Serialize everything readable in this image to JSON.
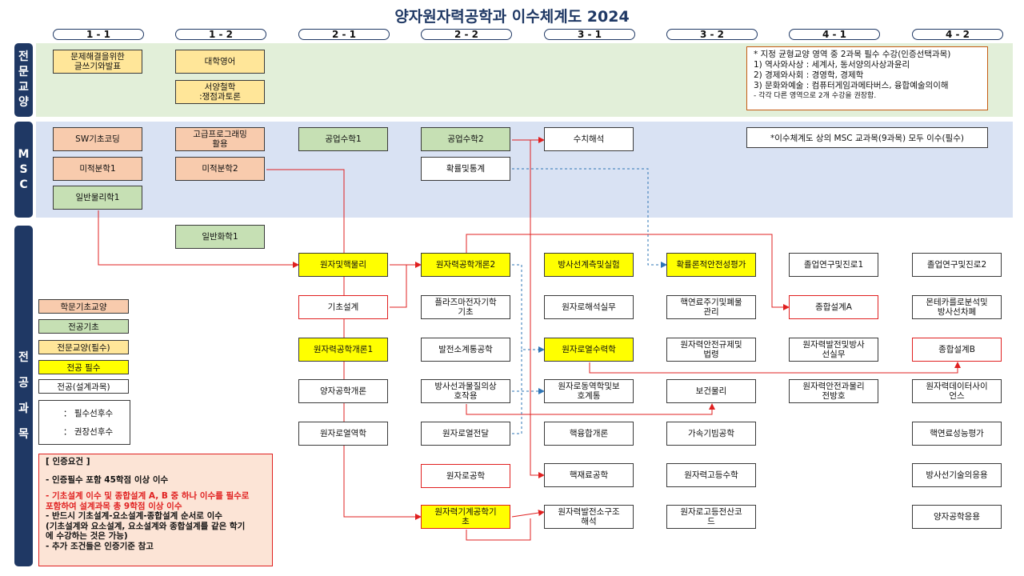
{
  "title": "양자원자력공학과 이수체계도 2024",
  "semesters": [
    "1 - 1",
    "1 - 2",
    "2 - 1",
    "2 - 2",
    "3 - 1",
    "3 - 2",
    "4 - 1",
    "4 - 2"
  ],
  "side_labels": {
    "general": [
      "전",
      "문",
      "교",
      "양"
    ],
    "msc": [
      "M",
      "S",
      "C"
    ],
    "major": [
      "전",
      "공",
      "과",
      "목"
    ]
  },
  "general_courses": {
    "writing": "문제해결을위한\n글쓰기와발표",
    "english": "대학영어",
    "philosophy": "서양철학\n:쟁점과토론"
  },
  "general_note": {
    "line1": "* 지정 균형교양 영역 중 2과목 필수 수강(인증선택과목)",
    "line2": "1)  역사와사상 : 세계사, 동서양의사상과윤리",
    "line3": "2)  경제와사회 : 경영학, 경제학",
    "line4": "3)  문화와예술 : 컴퓨터게임과메타버스, 융합예술의이해",
    "line5": "- 각각 다른 영역으로 2개 수강을 권장함."
  },
  "msc_courses": {
    "sw": "SW기초코딩",
    "adv_prog": "고급프로그래밍\n활용",
    "eng_math1": "공업수학1",
    "eng_math2": "공업수학2",
    "numerical": "수치해석",
    "calc1": "미적분학1",
    "calc2": "미적분학2",
    "prob": "확률및통계",
    "physics1": "일반물리학1"
  },
  "msc_note": "*이수체계도 상의 MSC 교과목(9과목) 모두 이수(필수)",
  "major_courses": {
    "chem1": "일반화학1",
    "atomic_nuclear": "원자및핵물리",
    "nuc_intro2": "원자력공학개론2",
    "radiation_measure": "방사선계측및실험",
    "prob_safety": "확률론적안전성평가",
    "capstone_prep1": "졸업연구및진로1",
    "capstone_prep2": "졸업연구및진로2",
    "basic_design": "기초설계",
    "plasma": "플라즈마전자기학\n기초",
    "reactor_analysis": "원자로해석실무",
    "fuel_cycle": "핵연료주기및폐물\n관리",
    "design_a": "종합설계A",
    "monte_carlo": "몬테카를로분석및\n방사선차폐",
    "nuc_intro1": "원자력공학개론1",
    "power_system": "발전소계통공학",
    "thermal_hydraulics": "원자로열수력학",
    "safety_regulation": "원자력안전규제및\n법령",
    "plant_radiation": "원자력발전및방사\n선실무",
    "design_b": "종합설계B",
    "quantum_intro": "양자공학개론",
    "radiation_matter": "방사선과물질의상\n호작용",
    "reactor_dynamics": "원자로동역학및보\n호계통",
    "health_physics": "보건물리",
    "safety_protection": "원자력안전과물리\n전방호",
    "data_science": "원자력데이터사이\n언스",
    "thermo": "원자로열역학",
    "heat_transfer": "원자로열전달",
    "fusion": "핵융합개론",
    "accelerator": "가속기빔공학",
    "fuel_performance": "핵연료성능평가",
    "reactor_eng": "원자로공학",
    "nuclear_materials": "핵재료공학",
    "advanced_hydraulics": "원자력고등수학",
    "radiation_app": "방사선기술의응용",
    "mechanics": "원자력기계공학기\n초",
    "structural": "원자력발전소구조\n해석",
    "computation": "원자로고등전산코\n드",
    "quantum_app": "양자공학응용"
  },
  "legend": {
    "foundation": "학문기초교양",
    "major_basic": "전공기초",
    "required_general": "전문교양(필수)",
    "major_required": "전공 필수",
    "design": "전공(설계과목)",
    "required_prereq": "：  필수선후수",
    "recommended_prereq": "：  권장선후수"
  },
  "requirements": {
    "header": "[ 인증요건 ]",
    "line1": "- 인증필수 포함 45학점 이상 이수",
    "line2": "- 기초설계 이수 및 종합설계 A, B 중 하나 이수를 필수로\n포함하여 설계과목 총 9학점 이상 이수",
    "line3": "- 반드시 기초설계-요소설계-종합설계 순서로 이수\n(기초설계와 요소설계, 요소설계와 종합설계를 같은 학기\n에 수강하는 것은 가능)",
    "line4": "- 추가 조건들은 인증기준 참고"
  },
  "colors": {
    "title": "#1f3864",
    "general_band": "#e2efd9",
    "msc_band": "#d9e2f3",
    "foundation": "#f8cbad",
    "major_basic": "#c6e0b4",
    "required_general": "#ffe699",
    "major_required": "#ffff00",
    "required_arrow": "#e02020",
    "recommended_arrow": "#2e75b6"
  }
}
